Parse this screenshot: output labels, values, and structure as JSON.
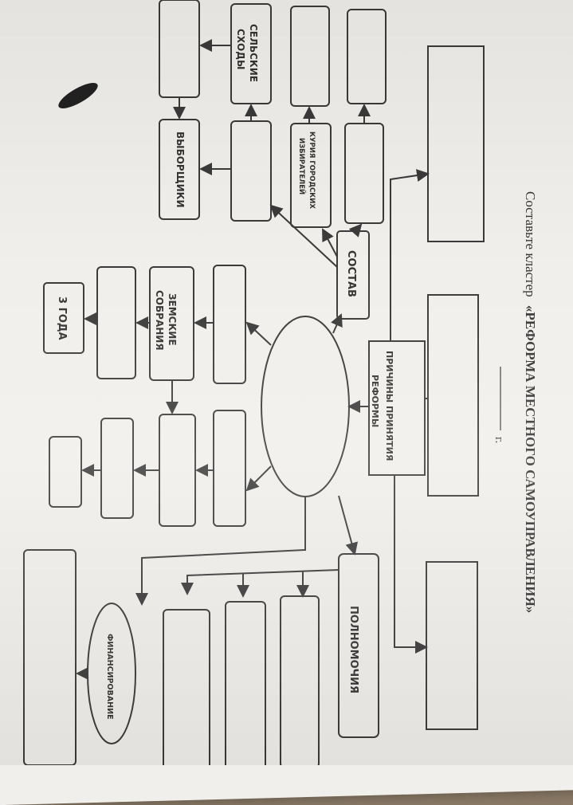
{
  "worksheet": {
    "title_prefix": "Составьте кластер",
    "title_main": "«РЕФОРМА МЕСТНОГО САМОУПРАВЛЕНИЯ»",
    "year_suffix": "г."
  },
  "cluster": {
    "labels": {
      "reasons_1": "ПРИЧИНЫ ПРИНЯТИЯ",
      "reasons_2": "РЕФОРМЫ",
      "composition": "СОСТАВ",
      "powers": "ПОЛНОМОЧИЯ",
      "financing": "ФИНАНСИРОВАНИЕ",
      "zemstvo_1": "ЗЕМСКИЕ",
      "zemstvo_2": "СОБРАНИЯ",
      "term": "3 ГОДА",
      "rural_1": "СЕЛЬСКИЕ",
      "rural_2": "СХОДЫ",
      "electors": "ВЫБОРЩИКИ",
      "curia_1": "КУРИЯ ГОРОДСКИХ",
      "curia_2": "ИЗБИРАТЕЛЕЙ"
    }
  },
  "colors": {
    "ink": "#3a3a3a",
    "paper": "#f1efeb",
    "table": "#8a7a66"
  }
}
